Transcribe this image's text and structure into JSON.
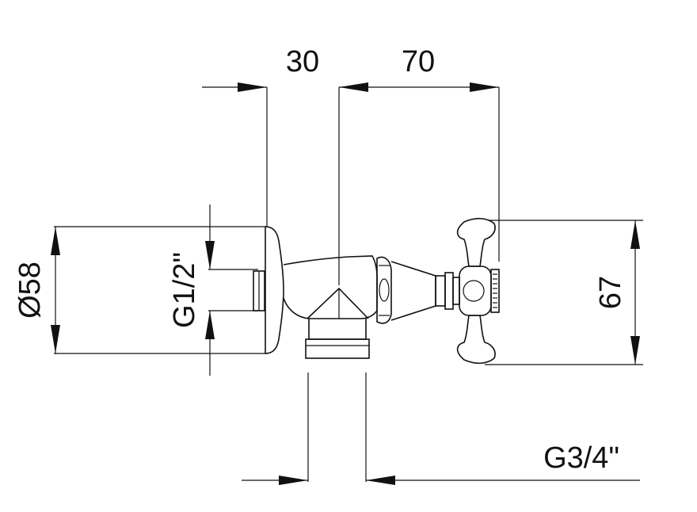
{
  "dimensions": {
    "offset_wall_to_outlet_axis": "30",
    "outlet_axis_to_handle": "70",
    "flange_diameter": "Ø58",
    "inlet_thread": "G1/2\"",
    "handle_height": "67",
    "outlet_thread": "G3/4\""
  },
  "colors": {
    "line": "#111111",
    "background": "#ffffff"
  }
}
